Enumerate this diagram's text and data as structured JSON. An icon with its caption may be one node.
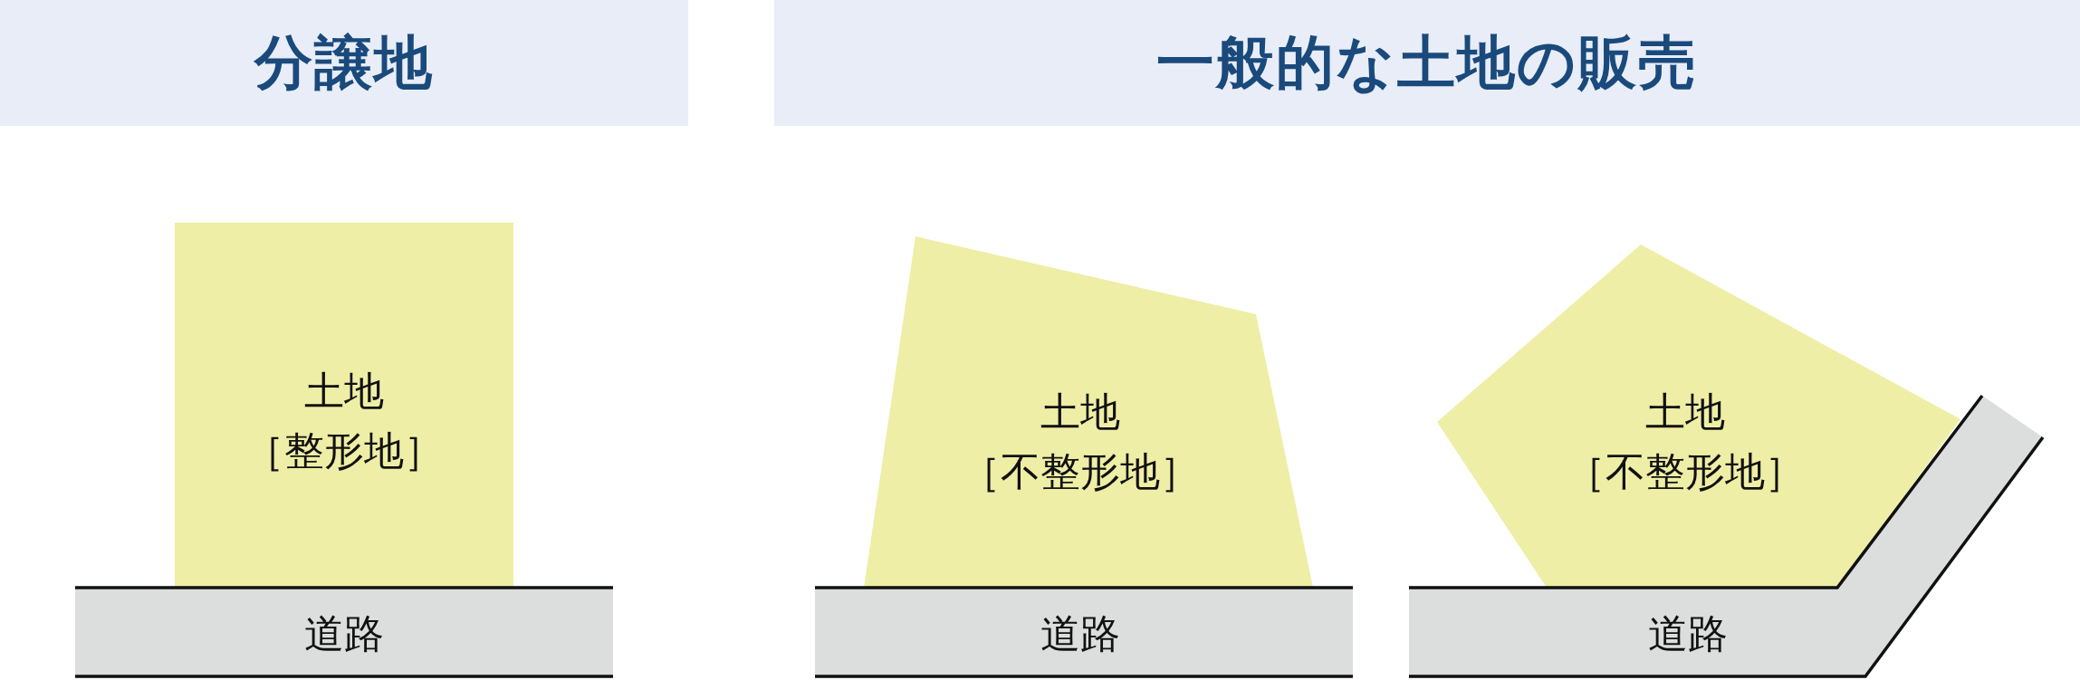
{
  "diagram": {
    "nodes": [
      {
        "text": [
          "分譲地"
        ]
      },
      {
        "text": [
          "一般的な土地の販売"
        ]
      },
      {
        "text": [
          "土地",
          "［整形地］"
        ]
      },
      {
        "text": [
          "道路"
        ]
      },
      {
        "text": [
          "土地",
          "［不整形地］"
        ]
      },
      {
        "text": [
          "道路"
        ]
      },
      {
        "text": [
          "土地",
          "［不整形地］"
        ]
      },
      {
        "text": [
          "道路"
        ]
      }
    ]
  }
}
